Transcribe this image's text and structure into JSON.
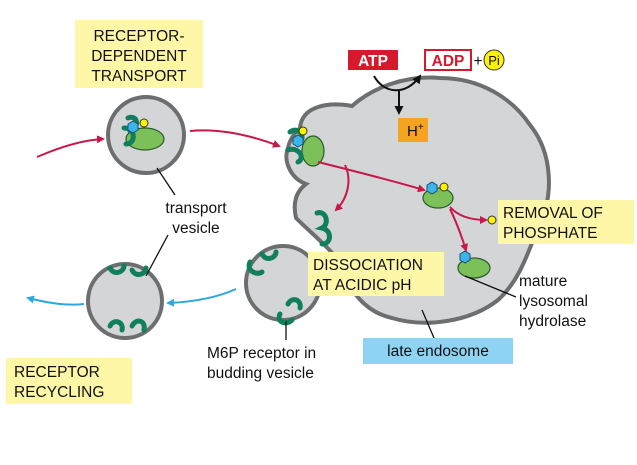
{
  "labels": {
    "receptor_dependent_transport": [
      "RECEPTOR-",
      "DEPENDENT",
      "TRANSPORT"
    ],
    "atp": "ATP",
    "adp": "ADP",
    "plus": "+",
    "pi": "Pi",
    "h_plus": "H",
    "h_plus_sup": "+",
    "transport_vesicle": [
      "transport",
      "vesicle"
    ],
    "removal_of_phosphate": [
      "REMOVAL OF",
      "PHOSPHATE"
    ],
    "dissociation": [
      "DISSOCIATION",
      "AT ACIDIC pH"
    ],
    "mature_hydrolase": [
      "mature",
      "lysosomal",
      "hydrolase"
    ],
    "receptor_recycling": [
      "RECEPTOR",
      "RECYCLING"
    ],
    "m6p_receptor": [
      "M6P receptor in",
      "budding vesicle"
    ],
    "late_endosome": "late endosome"
  },
  "colors": {
    "membrane_fill": "#d4d5d6",
    "membrane_stroke": "#6d6e70",
    "receptor": "#0f7f5c",
    "enzyme": "#7cc05a",
    "mannose_phosphate_blue": "#3db4e8",
    "phosphate_yellow": "#fff200",
    "label_yellow": "#fff7a8",
    "label_blue": "#8fd3f2",
    "atp_red": "#d7192d",
    "h_orange": "#f4a41f",
    "transport_arrow": "#c8174b",
    "recycle_arrow": "#2ea7dd"
  }
}
